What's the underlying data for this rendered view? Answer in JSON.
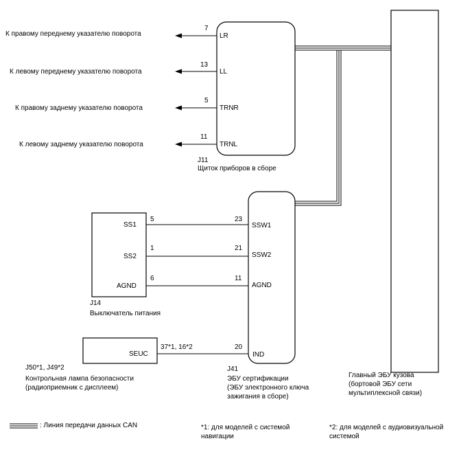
{
  "outputs": [
    {
      "label": "К правому переднему указателю поворота",
      "pin": "7",
      "terminal": "LR"
    },
    {
      "label": "К левому переднему указателю поворота",
      "pin": "13",
      "terminal": "LL"
    },
    {
      "label": "К правому заднему указателю поворота",
      "pin": "5",
      "terminal": "TRNR"
    },
    {
      "label": "К левому заднему указателю поворота",
      "pin": "11",
      "terminal": "TRNL"
    }
  ],
  "cluster": {
    "connector": "J11",
    "name": "Щиток приборов в сборе"
  },
  "power_switch": {
    "connector": "J14",
    "name": "Выключатель питания",
    "rows": [
      {
        "terminal": "SS1",
        "pin_left": "5",
        "pin_right": "23",
        "ecu_terminal": "SSW1"
      },
      {
        "terminal": "SS2",
        "pin_left": "1",
        "pin_right": "21",
        "ecu_terminal": "SSW2"
      },
      {
        "terminal": "AGND",
        "pin_left": "6",
        "pin_right": "11",
        "ecu_terminal": "AGND"
      }
    ]
  },
  "security_lamp": {
    "terminal": "SEUC",
    "pin_left": "37*1, 16*2",
    "pin_right": "20",
    "ecu_terminal": "IND",
    "connector": "J50*1, J49*2",
    "name_line1": "Контрольная лампа безопасности",
    "name_line2": "(радиоприемник с дисплеем)"
  },
  "cert_ecu": {
    "connector": "J41",
    "name_line1": "ЭБУ сертификации",
    "name_line2": "(ЭБУ электронного ключа",
    "name_line3": "зажигания в сборе)"
  },
  "body_ecu": {
    "line1": "Главный ЭБУ кузова",
    "line2": "(бортовой ЭБУ сети",
    "line3": "мультиплексной связи)"
  },
  "legend": {
    "can_line": ": Линия передачи данных CAN",
    "note1_line1": "*1: для моделей с системой",
    "note1_line2": "навигации",
    "note2_line1": "*2: для моделей с аудиовизуальной",
    "note2_line2": "системой"
  }
}
